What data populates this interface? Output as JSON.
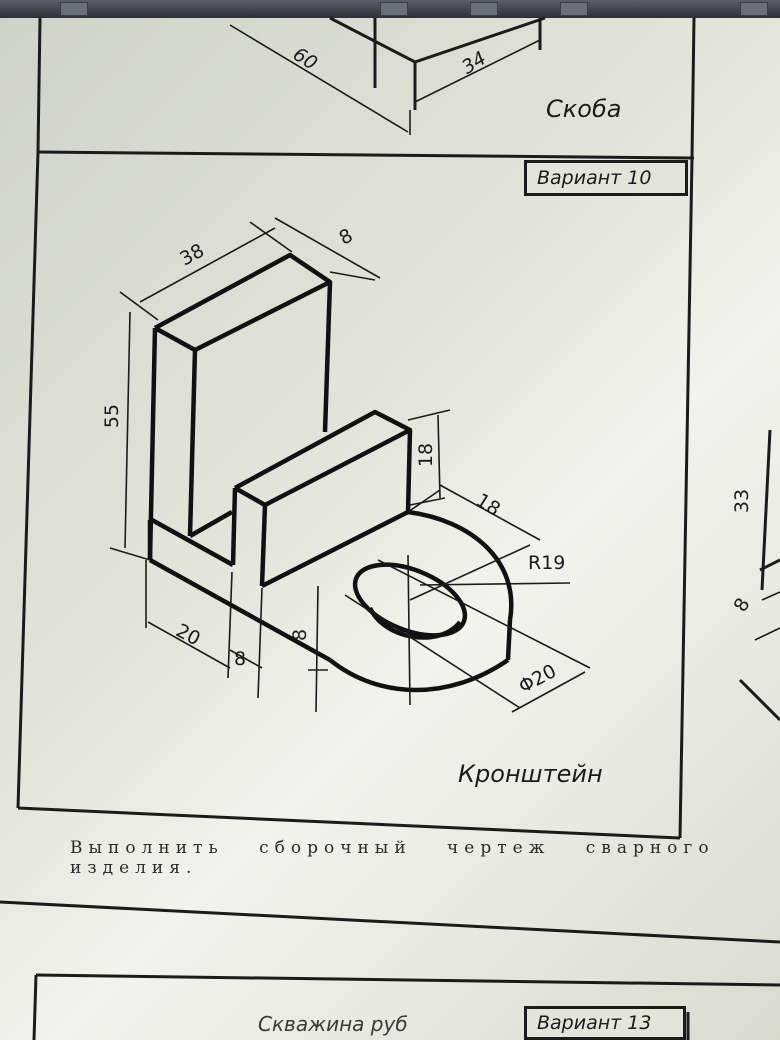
{
  "top_part": {
    "name": "Скоба",
    "dims": {
      "a": "60",
      "b": "34"
    }
  },
  "main_part": {
    "variant": "Вариант 10",
    "name": "Кронштейн",
    "dims": {
      "width_top": "38",
      "thickness_top": "8",
      "height": "55",
      "rib_height": "18",
      "rib_offset": "18",
      "radius": "R19",
      "hole_diameter": "Φ20",
      "base_length": "20",
      "base_gap": "8",
      "base_thickness": "8"
    }
  },
  "right_part": {
    "dims": {
      "h": "33",
      "t": "8"
    }
  },
  "task": "Выполнить сборочный чертеж сварного изделия.",
  "bottom_part": {
    "variant": "Вариант 13",
    "name": "Скважина руб"
  }
}
